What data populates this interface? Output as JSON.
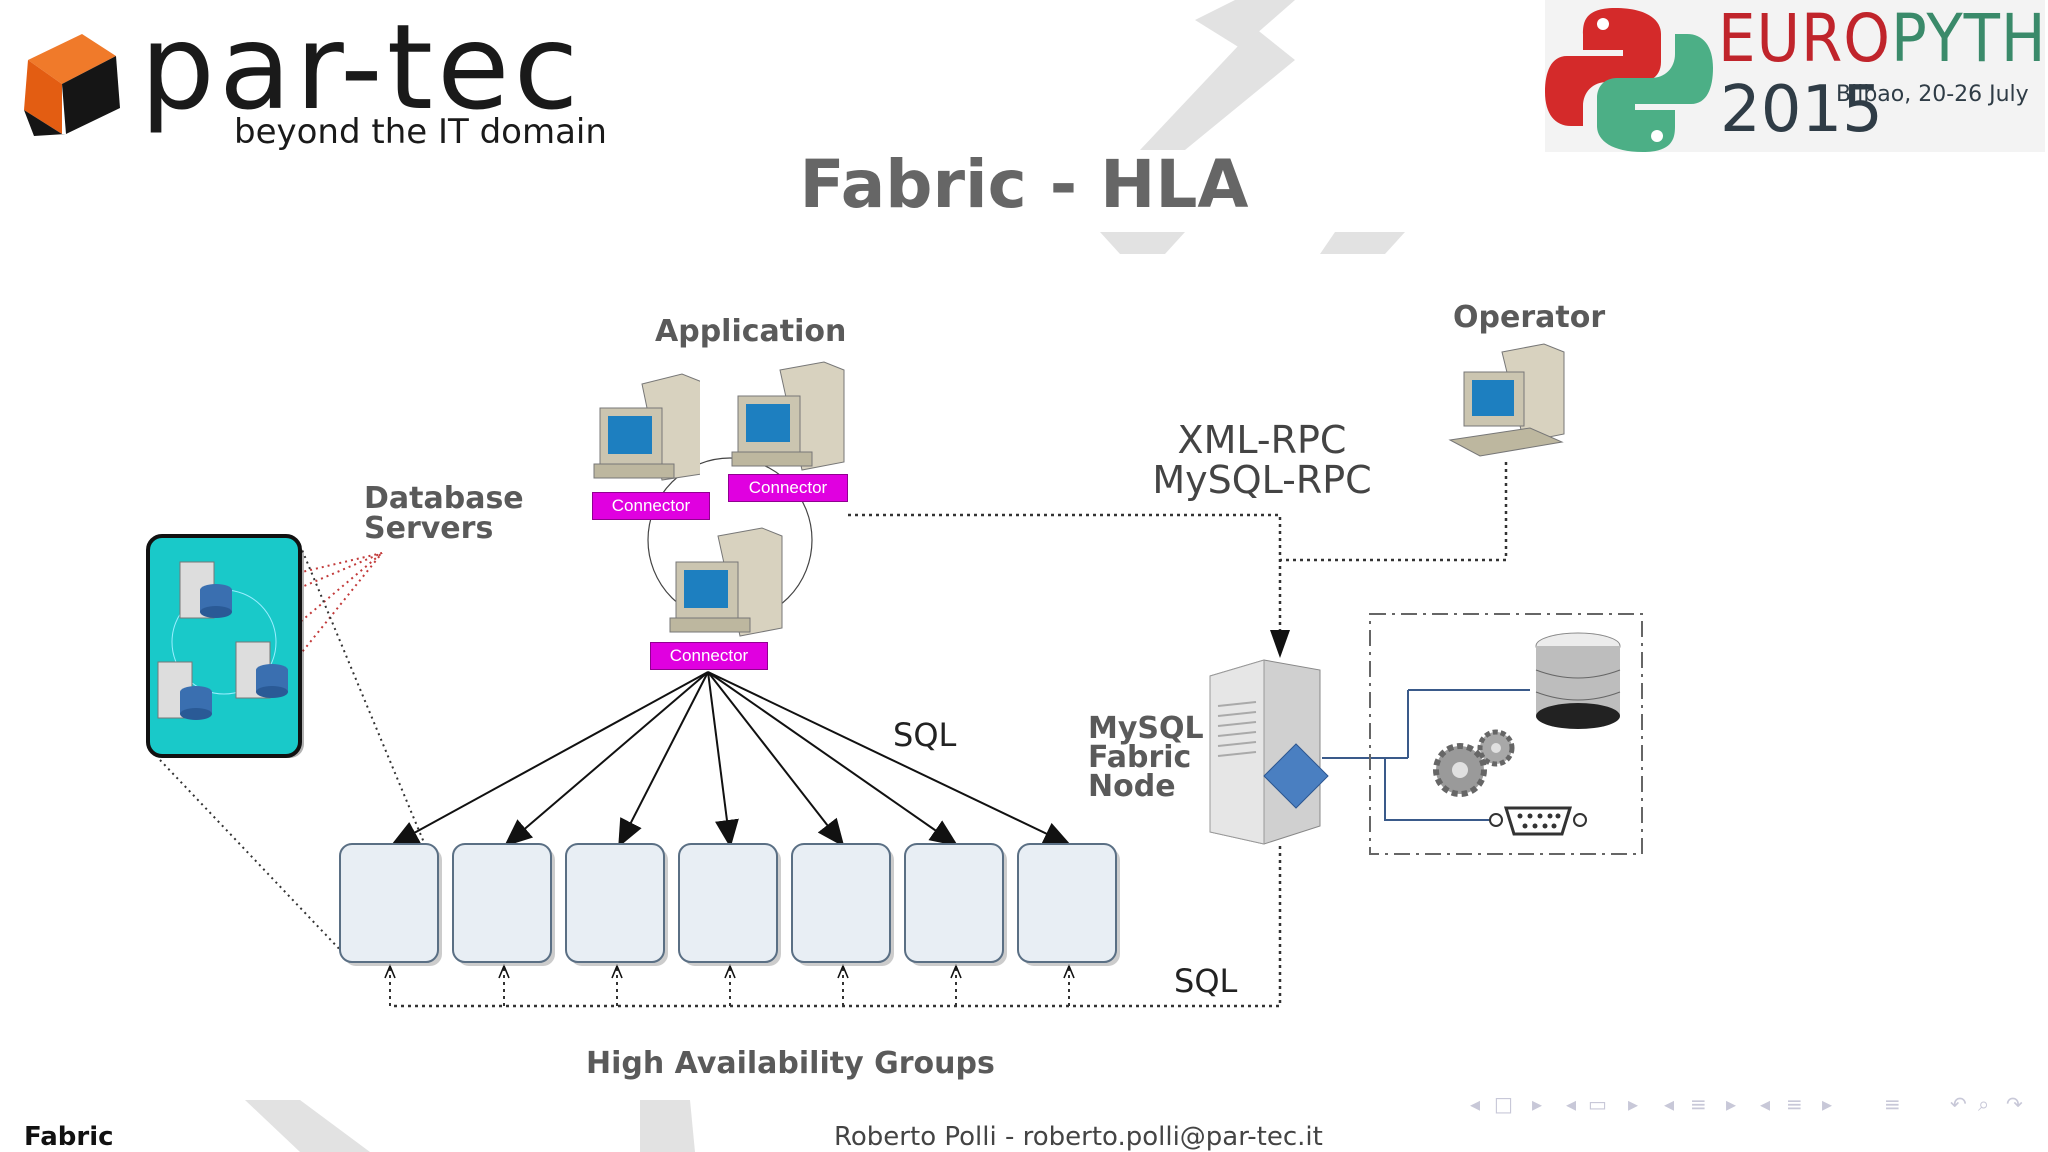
{
  "header": {
    "company_name": "par-tec",
    "company_tagline": "beyond the IT domain",
    "event_name_part1": "EURO",
    "event_name_part2": "PYTHON",
    "event_year": "2015",
    "event_place_dates": "Bilbao, 20-26 July"
  },
  "slide": {
    "title": "Fabric - HLA"
  },
  "diagram": {
    "application_label": "Application",
    "operator_label": "Operator",
    "database_servers_label_line1": "Database",
    "database_servers_label_line2": "Servers",
    "connector_labels": [
      "Connector",
      "Connector",
      "Connector"
    ],
    "rpc_line1": "XML-RPC",
    "rpc_line2": "MySQL-RPC",
    "sql_label_top": "SQL",
    "sql_label_bottom": "SQL",
    "fabric_node_line1": "MySQL",
    "fabric_node_line2": "Fabric",
    "fabric_node_line3": "Node",
    "ha_groups_label": "High Availability Groups"
  },
  "footer": {
    "section": "Fabric",
    "author": "Roberto Polli - roberto.polli@par-tec.it"
  },
  "colors": {
    "connector": "#e000e0",
    "database_panel": "#19c9c9",
    "ha_group_box": "#e8eef4"
  },
  "icons": [
    "partec-logo-cube",
    "python-logo",
    "computer",
    "server-tower",
    "database-cylinder",
    "gears",
    "serial-port",
    "nav-controls"
  ]
}
